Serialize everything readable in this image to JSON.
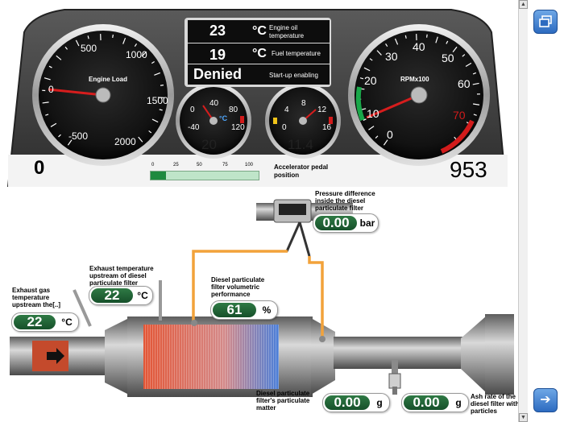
{
  "dashboard": {
    "engine_load": {
      "label": "Engine Load",
      "ticks": [
        "0",
        "500",
        "1000",
        "1500",
        "2000",
        "-500"
      ],
      "readout": "0"
    },
    "rpm": {
      "label": "RPMx100",
      "ticks": [
        "0",
        "10",
        "20",
        "30",
        "40",
        "50",
        "60",
        "70"
      ],
      "readout": "953"
    },
    "temp_gauge": {
      "ticks": [
        "-40",
        "0",
        "40",
        "80",
        "120"
      ],
      "unit": "°C",
      "readout": "20"
    },
    "pressure_gauge": {
      "ticks": [
        "0",
        "4",
        "8",
        "12",
        "16"
      ],
      "readout": "11.4"
    },
    "screen": {
      "oil_value": "23",
      "oil_unit": "°C",
      "oil_label_1": "Engine oil",
      "oil_label_2": "temperature",
      "fuel_value": "19",
      "fuel_unit": "°C",
      "fuel_label": "Fuel temperature",
      "status_value": "Denied",
      "status_label": "Start-up enabling"
    },
    "pedal": {
      "ticks": [
        "0",
        "25",
        "50",
        "75",
        "100"
      ],
      "label_1": "Accelerator pedal",
      "label_2": "position",
      "level_percent": 14
    }
  },
  "diagram": {
    "pressure_diff": {
      "label_1": "Pressure difference",
      "label_2": "inside  the diesel",
      "label_3": "particulate  filter",
      "value": "0.00",
      "unit": "bar"
    },
    "exhaust_up_dpf": {
      "label_1": "Exhaust temperature",
      "label_2": "upstream  of diesel",
      "label_3": "particulate filter",
      "value": "22",
      "unit": "°C"
    },
    "exhaust_gas": {
      "label_1": "Exhaust gas",
      "label_2": "temperature",
      "label_3": "upstream  the[..]",
      "value": "22",
      "unit": "°C"
    },
    "volumetric": {
      "label_1": "Diesel particulate",
      "label_2": "filter  volumetric",
      "label_3": "performance",
      "value": "61",
      "unit": "%"
    },
    "particulate_matter": {
      "label_1": "Diesel particulate",
      "label_2": "filter's particulate",
      "label_3": "matter",
      "value": "0.00",
      "unit": "g"
    },
    "ash_rate": {
      "label_1": "Ash rate of the",
      "label_2": "diesel  filter with",
      "label_3": "particles",
      "value": "0.00",
      "unit": "g"
    }
  },
  "colors": {
    "panel": "#3a3a3a",
    "pill_green": "#1f6135",
    "pipe": "#7d7d7d",
    "hose": "#f2a23a"
  }
}
